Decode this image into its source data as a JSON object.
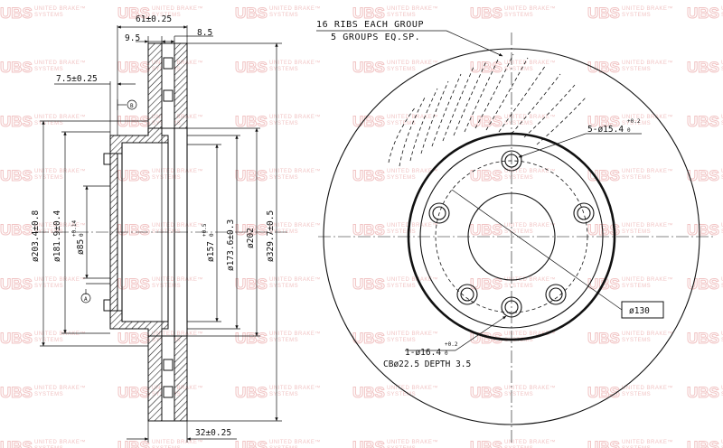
{
  "watermark": {
    "brand": "UBS",
    "tagline_1": "UNITED BRAKE™",
    "tagline_2": "SYSTEMS"
  },
  "side_view": {
    "dim_total_width": "61±0.25",
    "dim_9_5": "9.5",
    "dim_8_5": "8.5",
    "dim_hat_offset": "7.5±0.25",
    "dim_bottom_width": "32±0.25",
    "datum_b": "B",
    "datum_a": "A",
    "dia_hat_outer": "ø203.4±0.8",
    "dia_hat_inner": "ø181.9±0.4",
    "dia_center_bore": "ø85",
    "dia_center_bore_tol_upper": "+0.14",
    "dia_center_bore_tol_lower": "0",
    "dia_157": "ø157",
    "dia_157_tol_upper": "+0.5",
    "dia_157_tol_lower": "0",
    "dia_173": "ø173.6±0.3",
    "dia_202": "ø202",
    "dia_outer": "ø329.7±0.5"
  },
  "front_view": {
    "ribs_note_1": "16 RIBS EACH GROUP",
    "ribs_note_2": "5 GROUPS EQ.SP.",
    "bolt_holes": "5-ø15.4",
    "bolt_holes_tol_upper": "+0.2",
    "bolt_holes_tol_lower": "0",
    "pcd": "ø130",
    "pin_hole": "1-ø16.4",
    "pin_hole_tol_upper": "+0.2",
    "pin_hole_tol_lower": "0",
    "counterbore": "CBø22.5 DEPTH 3.5"
  }
}
